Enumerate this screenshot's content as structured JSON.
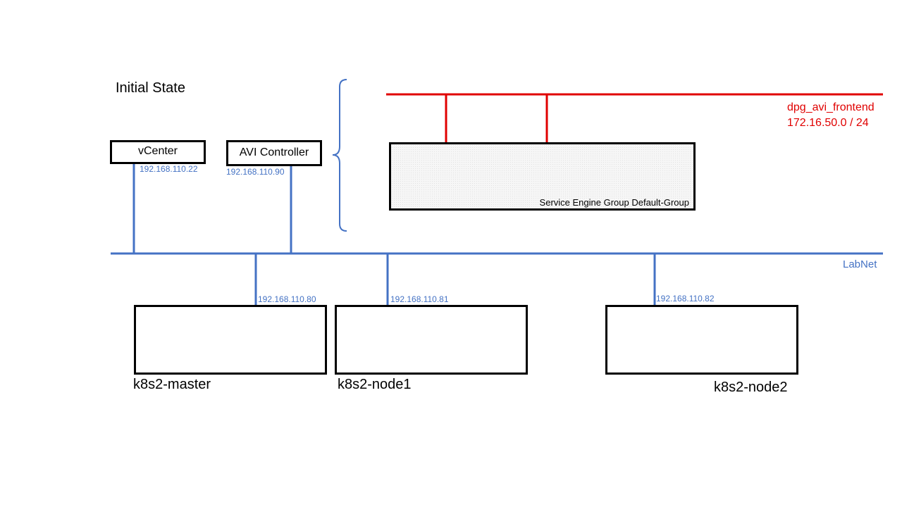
{
  "title": "Initial State",
  "colors": {
    "labnet": "#4472c4",
    "frontend": "#e00000",
    "box_border": "#000000"
  },
  "vcenter": {
    "label": "vCenter",
    "ip": "192.168.110.22"
  },
  "avi_controller": {
    "label": "AVI Controller",
    "ip": "192.168.110.90"
  },
  "service_engine_group": {
    "label": "Service Engine Group Default-Group"
  },
  "frontend_network": {
    "name": "dpg_avi_frontend",
    "subnet": "172.16.50.0 / 24"
  },
  "labnet": {
    "name": "LabNet"
  },
  "nodes": [
    {
      "name": "k8s2-master",
      "ip": "192.168.110.80"
    },
    {
      "name": "k8s2-node1",
      "ip": "192.168.110.81"
    },
    {
      "name": "k8s2-node2",
      "ip": "192.168.110.82"
    }
  ]
}
